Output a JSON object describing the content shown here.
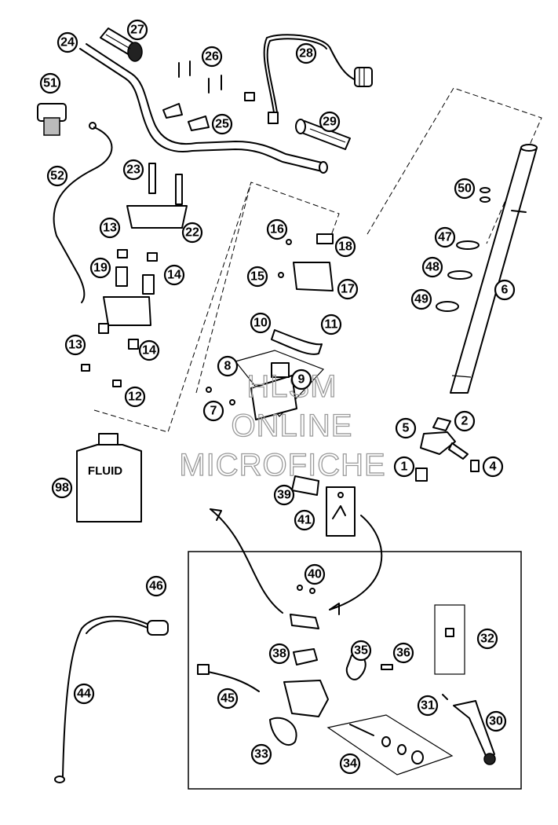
{
  "diagram": {
    "watermark": [
      "HLSM",
      "ONLINE",
      "MICROFICHE"
    ],
    "fluid_label": "FLUID",
    "parts": [
      "1",
      "2",
      "4",
      "5",
      "6",
      "7",
      "8",
      "9",
      "10",
      "11",
      "12",
      "13",
      "13",
      "14",
      "14",
      "15",
      "16",
      "17",
      "18",
      "19",
      "22",
      "23",
      "24",
      "25",
      "26",
      "27",
      "28",
      "29",
      "30",
      "31",
      "32",
      "33",
      "34",
      "35",
      "36",
      "38",
      "39",
      "40",
      "41",
      "44",
      "45",
      "46",
      "47",
      "48",
      "49",
      "50",
      "51",
      "52",
      "98"
    ]
  }
}
